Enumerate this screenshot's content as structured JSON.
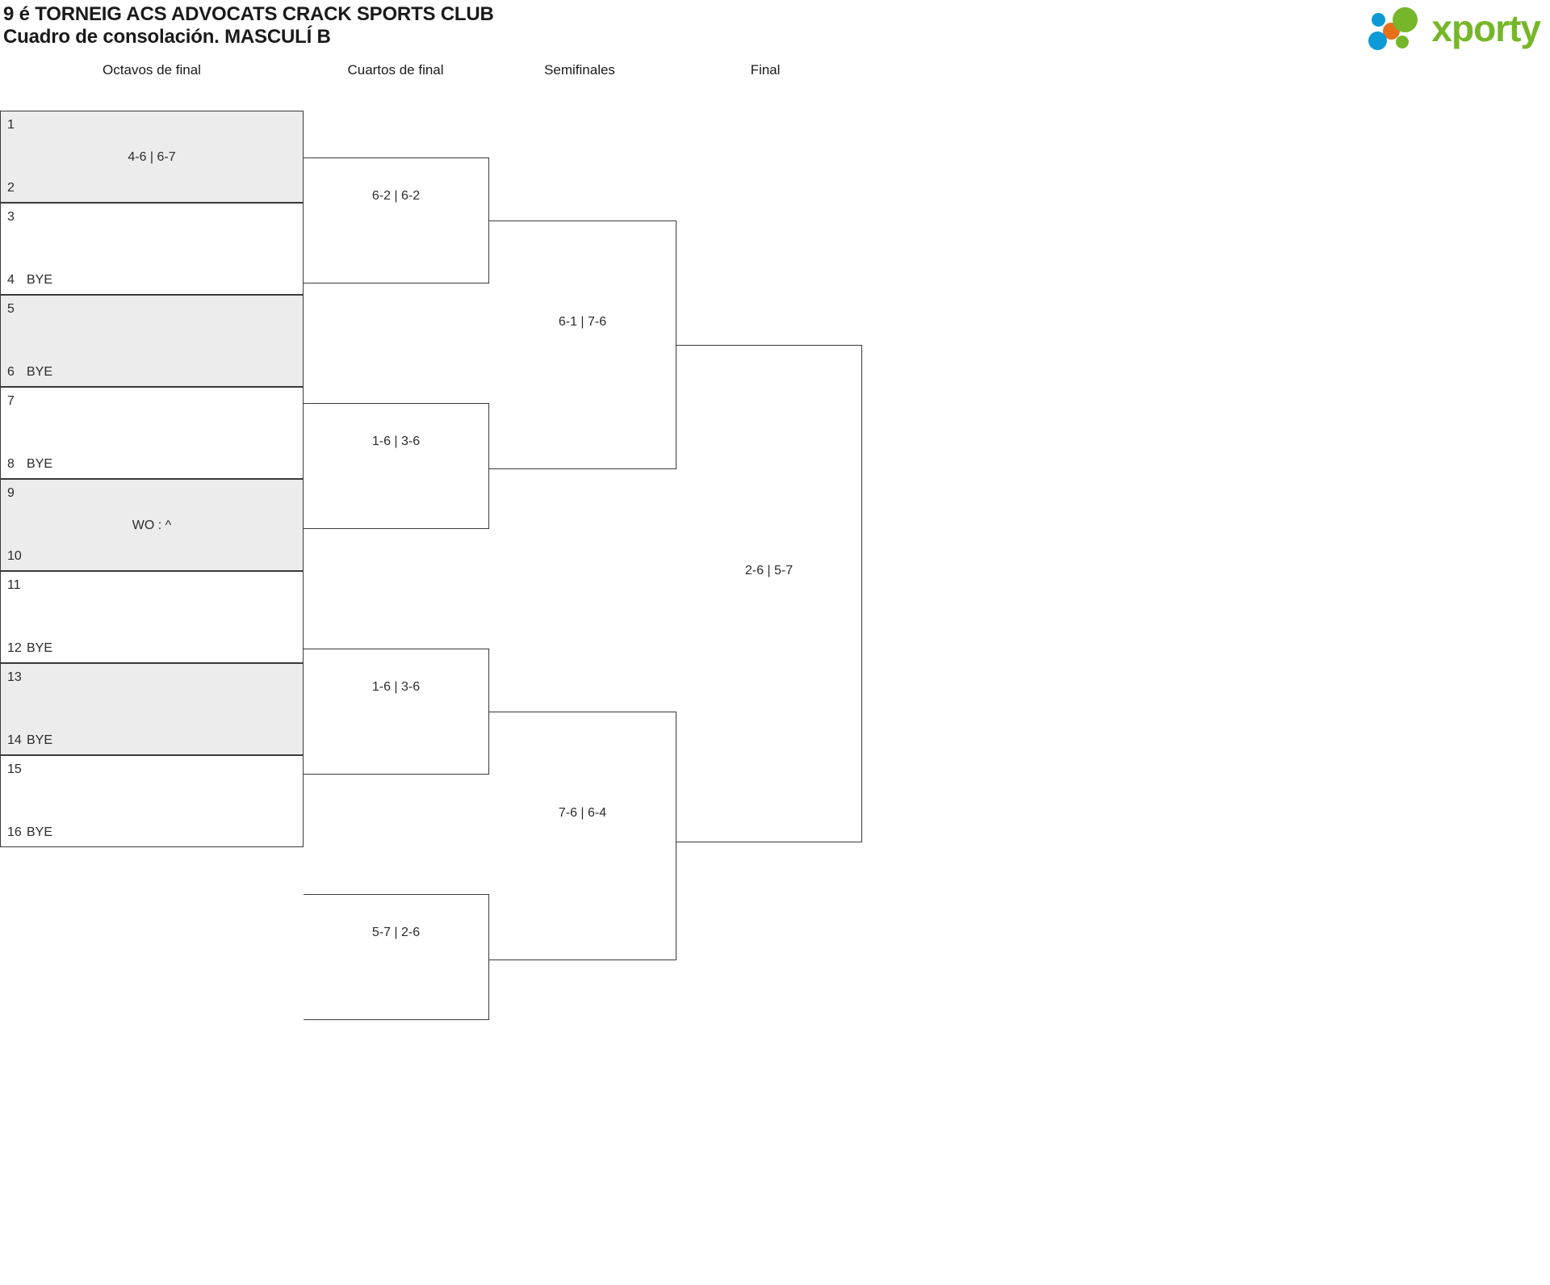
{
  "header": {
    "title_line1": "9 é TORNEIG ACS ADVOCATS CRACK SPORTS CLUB",
    "title_line2": "Cuadro de consolación. MASCULÍ B",
    "logo_text": "xporty",
    "logo_colors": {
      "green": "#76b729",
      "blue": "#0e9ad6",
      "orange": "#e8701a"
    }
  },
  "rounds": [
    {
      "id": "octavos",
      "label": "Octavos de final"
    },
    {
      "id": "cuartos",
      "label": "Cuartos de final"
    },
    {
      "id": "semis",
      "label": "Semifinales"
    },
    {
      "id": "final",
      "label": "Final"
    }
  ],
  "round1": [
    {
      "top_seed": "1",
      "top_name": "",
      "bottom_seed": "2",
      "bottom_name": "",
      "score": "4-6 | 6-7",
      "shaded": true
    },
    {
      "top_seed": "3",
      "top_name": "",
      "bottom_seed": "4",
      "bottom_name": "BYE",
      "score": "",
      "shaded": false
    },
    {
      "top_seed": "5",
      "top_name": "",
      "bottom_seed": "6",
      "bottom_name": "BYE",
      "score": "",
      "shaded": true
    },
    {
      "top_seed": "7",
      "top_name": "",
      "bottom_seed": "8",
      "bottom_name": "BYE",
      "score": "",
      "shaded": false
    },
    {
      "top_seed": "9",
      "top_name": "",
      "bottom_seed": "10",
      "bottom_name": "",
      "score": "WO : ^",
      "shaded": true
    },
    {
      "top_seed": "11",
      "top_name": "",
      "bottom_seed": "12",
      "bottom_name": "BYE",
      "score": "",
      "shaded": false
    },
    {
      "top_seed": "13",
      "top_name": "",
      "bottom_seed": "14",
      "bottom_name": "BYE",
      "score": "",
      "shaded": true
    },
    {
      "top_seed": "15",
      "top_name": "",
      "bottom_seed": "16",
      "bottom_name": "BYE",
      "score": "",
      "shaded": false
    }
  ],
  "round2": [
    {
      "score": "6-2 | 6-2"
    },
    {
      "score": "1-6 | 3-6"
    },
    {
      "score": "1-6 | 3-6"
    },
    {
      "score": "5-7 | 2-6"
    }
  ],
  "round3": [
    {
      "score": "6-1 | 7-6"
    },
    {
      "score": "7-6 | 6-4"
    }
  ],
  "round4": [
    {
      "score": "2-6 | 5-7"
    }
  ]
}
